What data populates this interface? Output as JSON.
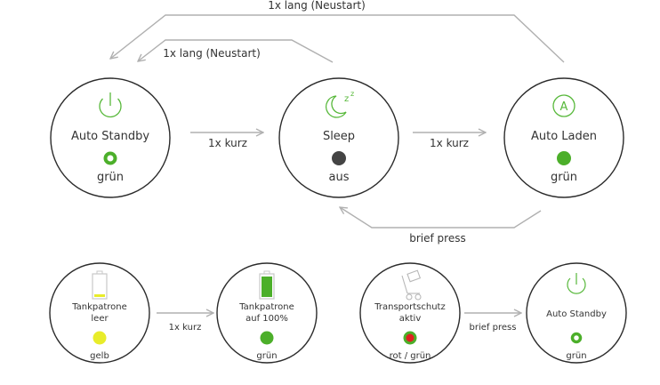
{
  "top_states": {
    "standby": {
      "title": "Auto Standby",
      "status": "grün",
      "icon": "power-icon",
      "led": "ring-green"
    },
    "sleep": {
      "title": "Sleep",
      "status": "aus",
      "icon": "moon-zz-icon",
      "led": "gray"
    },
    "laden": {
      "title": "Auto Laden",
      "status": "grün",
      "icon": "circle-a-icon",
      "led": "green"
    }
  },
  "top_arrows": {
    "long_outer": "1x lang (Neustart)",
    "long_inner": "1x lang (Neustart)",
    "short_1": "1x kurz",
    "short_2": "1x kurz",
    "brief": "brief press"
  },
  "bottom_states": {
    "empty": {
      "line1": "Tankpatrone",
      "line2": "leer",
      "status": "gelb",
      "icon": "battery-empty-icon",
      "led": "yellow"
    },
    "full": {
      "line1": "Tankpatrone",
      "line2": "auf 100%",
      "status": "grün",
      "icon": "battery-full-icon",
      "led": "green"
    },
    "transport": {
      "line1": "Transportschutz",
      "line2": "aktiv",
      "status": "rot / grün",
      "icon": "hand-truck-icon",
      "led": "red-green"
    },
    "standby": {
      "title": "Auto Standby",
      "status": "grün",
      "icon": "power-icon",
      "led": "ring-green"
    }
  },
  "bottom_arrows": {
    "short": "1x kurz",
    "brief": "brief press"
  },
  "colors": {
    "green": "#4caf2a",
    "gray": "#444444",
    "yellow": "#e8ec2a",
    "red": "#e02020",
    "arrow": "#b0b0b0",
    "icon_green": "#57b83a"
  }
}
